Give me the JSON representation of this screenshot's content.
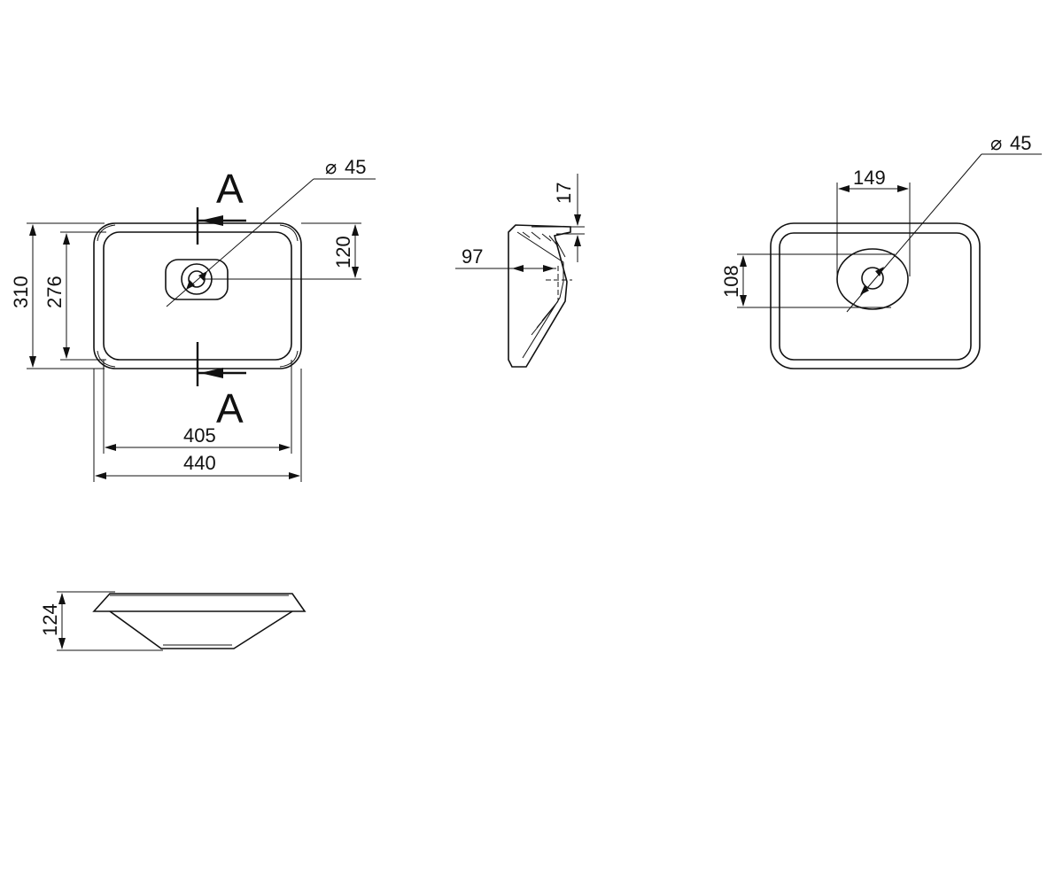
{
  "drawing": {
    "section_label": "A",
    "diameter_symbol": "⌀",
    "top_view": {
      "drain_diameter": "45",
      "inner_width": "405",
      "outer_width": "440",
      "outer_depth": "310",
      "inner_depth": "276",
      "drain_offset": "120"
    },
    "section_view": {
      "rim_thickness": "17",
      "bowl_depth": "97"
    },
    "bottom_view": {
      "drain_diameter": "45",
      "drain_width": "149",
      "drain_height": "108"
    },
    "side_view": {
      "height": "124"
    }
  }
}
